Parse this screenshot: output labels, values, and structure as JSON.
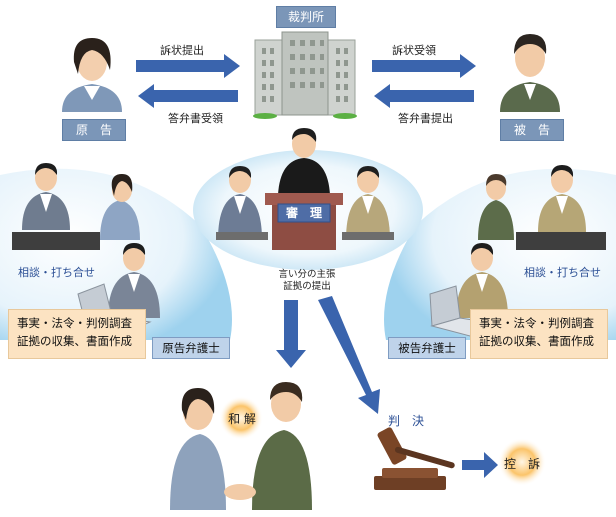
{
  "court": "裁判所",
  "plaintiff": "原　告",
  "defendant": "被　告",
  "arrows": {
    "file_complaint": "訴状提出",
    "receive_answer": "答弁書受領",
    "receive_complaint": "訴状受領",
    "submit_answer": "答弁書提出"
  },
  "trial": "審　理",
  "trial_note_line1": "言い分の主張",
  "trial_note_line2": "証拠の提出",
  "consult_left": "相談・打ち合せ",
  "consult_right": "相談・打ち合せ",
  "tasks_left": [
    "事実・法令・判例調査",
    "証拠の収集、書面作成"
  ],
  "tasks_right": [
    "事実・法令・判例調査",
    "証拠の収集、書面作成"
  ],
  "plaintiff_lawyer": "原告弁護士",
  "defendant_lawyer": "被告弁護士",
  "settlement": "和 解",
  "judgment": "判　決",
  "appeal": "控　訴",
  "colors": {
    "arrow_blue": "#3a64ad",
    "label_blue": "#7b96b8",
    "task_beige": "#fce3c2",
    "glow_orange": "#f6a238"
  }
}
